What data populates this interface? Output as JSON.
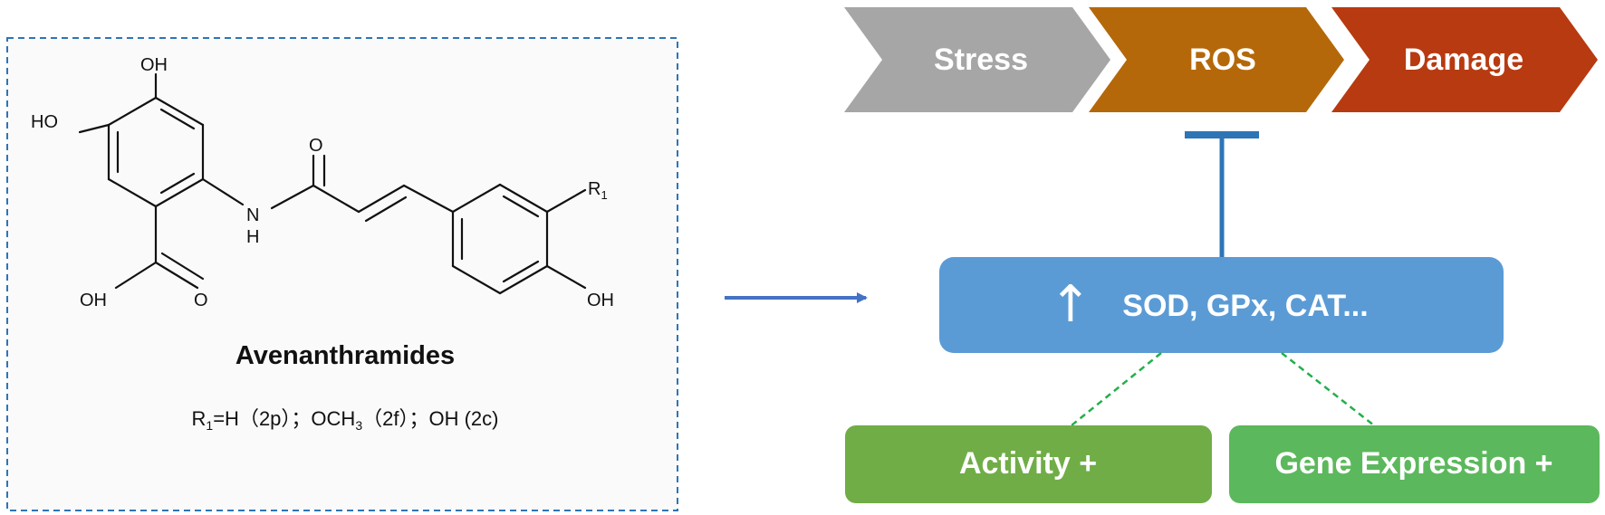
{
  "structure": {
    "name": "Avenanthramides",
    "atoms": {
      "oh_top": "OH",
      "ho_left": "HO",
      "o_amide": "O",
      "n": "N",
      "h": "H",
      "oh_acid": "OH",
      "o_acid": "O",
      "r1_main": "R",
      "r1_sub": "1",
      "oh_ring": "OH"
    },
    "substituents": {
      "r_main": "R",
      "r_sub": "1",
      "part1": "=H（2p）；OCH",
      "part2": "3",
      "part3": "（2f）；OH (2c)"
    }
  },
  "pathway": {
    "chevrons": [
      {
        "label": "Stress",
        "color": "#a6a6a6"
      },
      {
        "label": "ROS",
        "color": "#b5680a"
      },
      {
        "label": "Damage",
        "color": "#b83a10"
      }
    ]
  },
  "enzymes": {
    "arrow": "↑",
    "label": "SOD, GPx, CAT...",
    "color": "#5b9bd5"
  },
  "regulation": {
    "activity": {
      "label": "Activity +",
      "color": "#70ad47"
    },
    "gene": {
      "label": "Gene Expression +",
      "color": "#5cb85c"
    }
  },
  "colors": {
    "box_border": "#2e75b6",
    "arrow": "#4472c4",
    "inhibit": "#2e75b6",
    "dashed": "#22b04b"
  }
}
